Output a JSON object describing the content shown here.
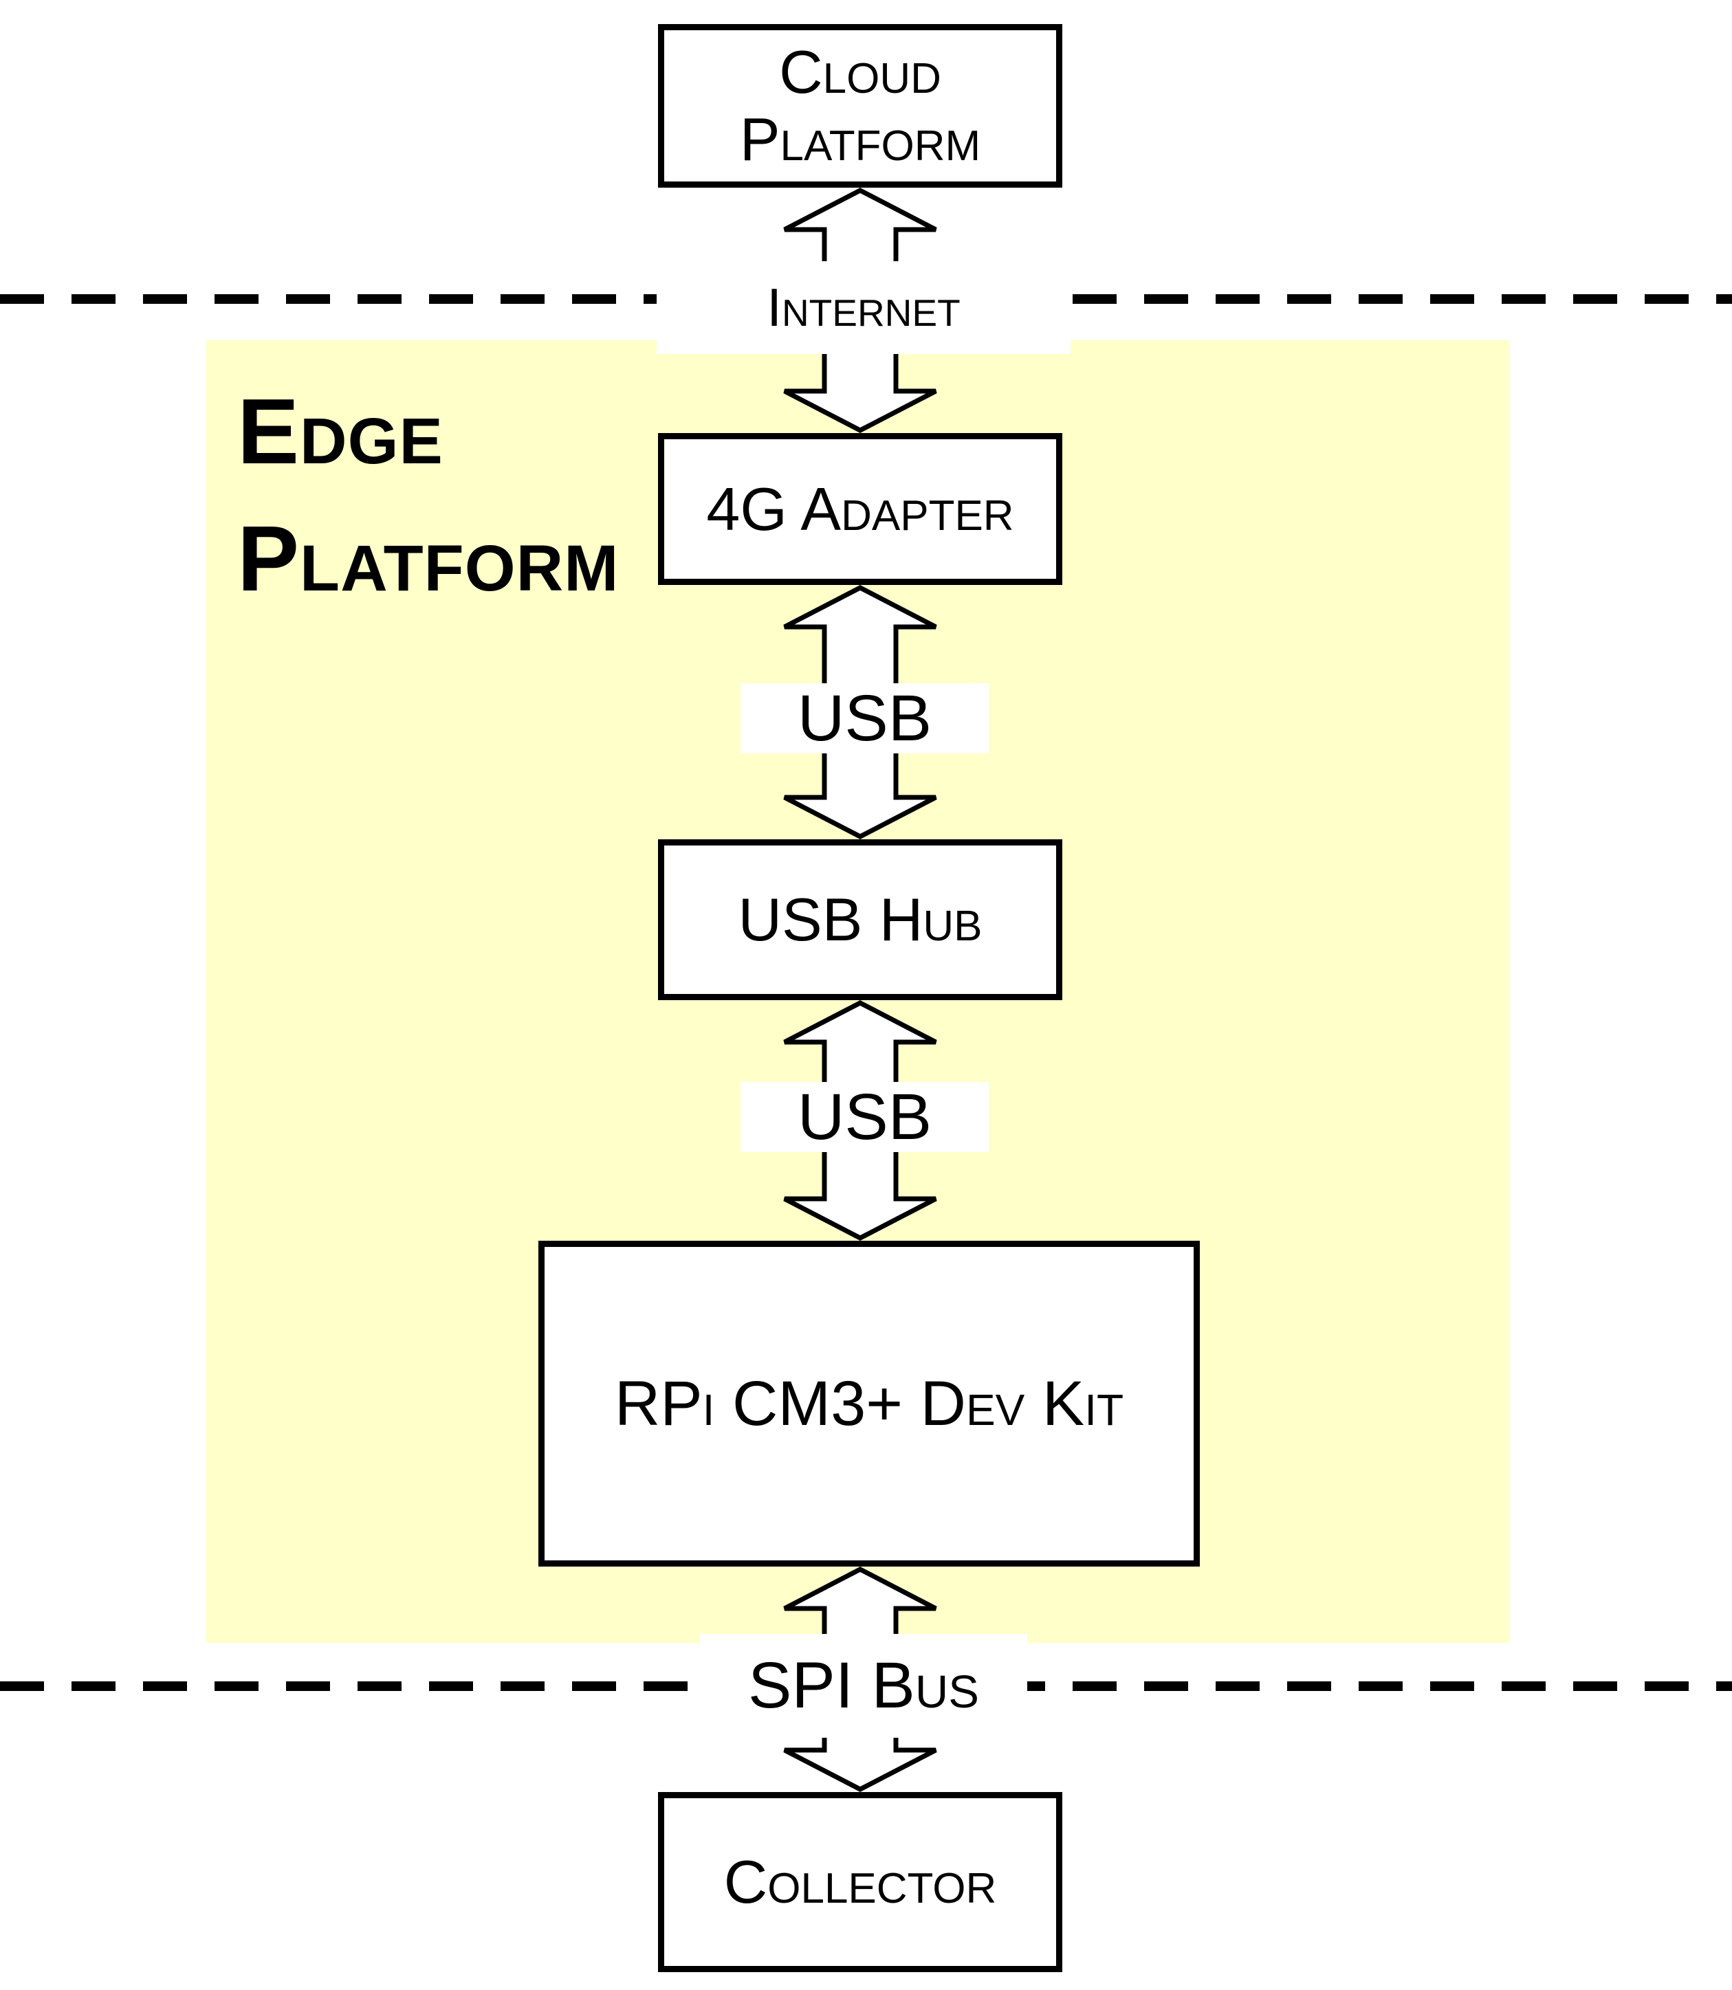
{
  "region": {
    "label": "Edge Platform"
  },
  "nodes": {
    "cloud": {
      "label": "Cloud Platform"
    },
    "adapter": {
      "label": "4G Adapter"
    },
    "hub": {
      "label": "USB Hub"
    },
    "rpi": {
      "label": "RPi CM3+ Dev Kit"
    },
    "collector": {
      "label": "Collector"
    }
  },
  "connections": {
    "internet": {
      "label": "Internet"
    },
    "usb_top": {
      "label": "USB"
    },
    "usb_bottom": {
      "label": "USB"
    },
    "spi": {
      "label": "SPI Bus"
    }
  },
  "colors": {
    "region_fill": "#FFFFC9",
    "node_fill": "#FFFFFF",
    "node_border": "#000000",
    "line": "#000000"
  }
}
